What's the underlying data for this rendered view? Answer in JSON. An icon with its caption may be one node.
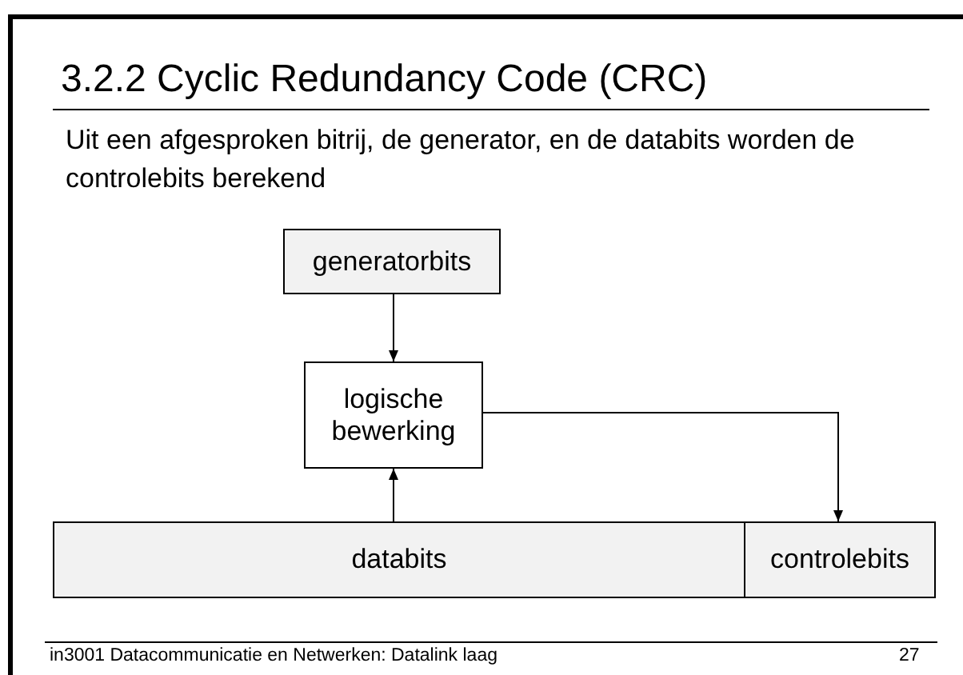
{
  "diagram": {
    "title": "3.2.2 Cyclic Redundancy Code (CRC)",
    "nodes": [
      {
        "text": [
          "generatorbits"
        ]
      },
      {
        "text": [
          "logische bewerking"
        ]
      },
      {
        "text": [
          "databits"
        ]
      },
      {
        "text": [
          "controlebits"
        ]
      }
    ],
    "edges": [
      {
        "from": 0,
        "to": 1,
        "arrow": "to"
      },
      {
        "from": 2,
        "to": 1,
        "arrow": "to"
      },
      {
        "from": 1,
        "to": 3,
        "arrow": "to"
      }
    ],
    "labels": [
      "Uit een afgesproken bitrij, de generator, en de databits worden de controlebits berekend",
      "in3001 Datacommunicatie en Netwerken: Datalink laag",
      "27"
    ]
  }
}
